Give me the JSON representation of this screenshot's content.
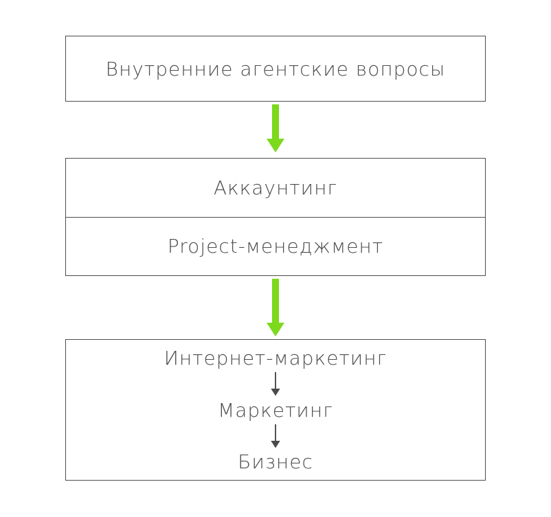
{
  "colors": {
    "background": "#ffffff",
    "box_border": "#4d4d4d",
    "text": "#4d4d4d",
    "accent_green": "#7cd91c",
    "arrow_dark": "#4a4a4a"
  },
  "diagram": {
    "top_box": {
      "label": "Внутренние агентские вопросы"
    },
    "middle_box": {
      "rows": [
        {
          "label": "Аккаунтинг"
        },
        {
          "label": "Project-менеджмент"
        }
      ]
    },
    "bottom_box": {
      "chain": [
        {
          "label": "Интернет-маркетинг"
        },
        {
          "label": "Маркетинг"
        },
        {
          "label": "Бизнес"
        }
      ]
    },
    "icons": {
      "big_arrow": "arrow-down-green",
      "small_arrow": "arrow-down-dark"
    }
  }
}
